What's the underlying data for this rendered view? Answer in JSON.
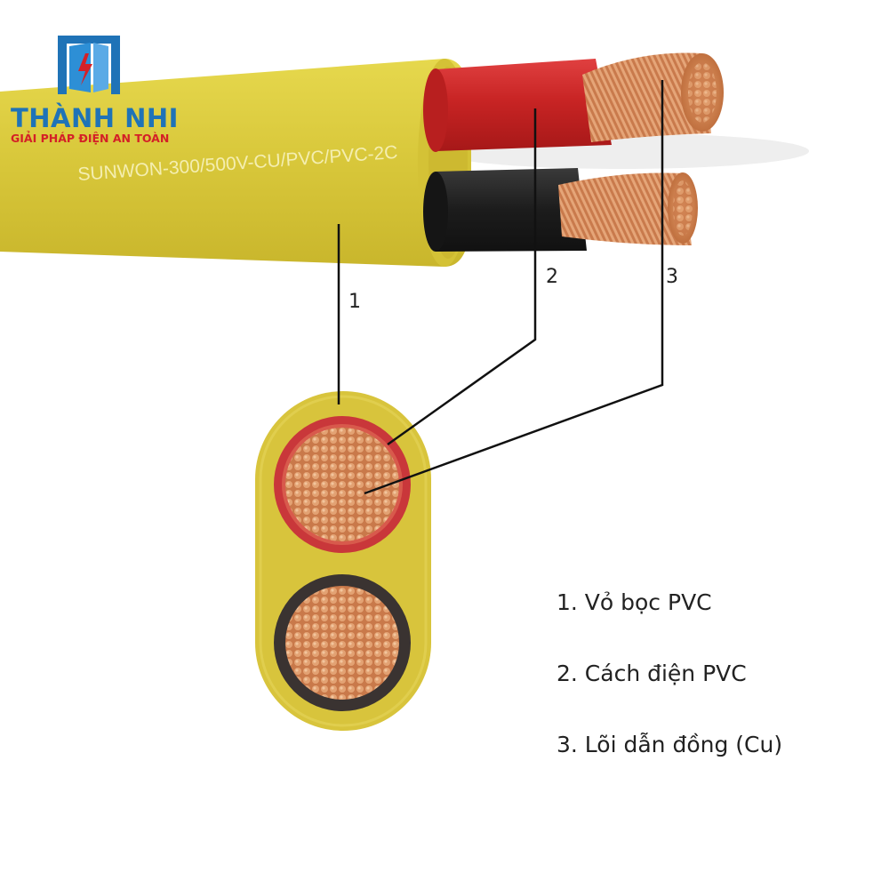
{
  "brand": {
    "name": "THÀNH NHI",
    "tagline": "GIẢI PHÁP ĐIỆN AN TOÀN"
  },
  "cable": {
    "print_text": "SUNWON-300/500V-CU/PVC/PVC-2C"
  },
  "callouts": [
    "1",
    "2",
    "3"
  ],
  "legend": [
    "1. Vỏ bọc PVC",
    "2. Cách điện PVC",
    "3. Lõi dẫn đồng (Cu)"
  ],
  "colors": {
    "sheath_yellow": "#dccb3f",
    "insulation_red": "#cc2b2b",
    "insulation_black": "#1e1e1e",
    "copper": "#c8774a",
    "brand_blue": "#1f73b7",
    "brand_red": "#d42027"
  },
  "icons": [
    "thanh-nhi-logo-icon"
  ]
}
